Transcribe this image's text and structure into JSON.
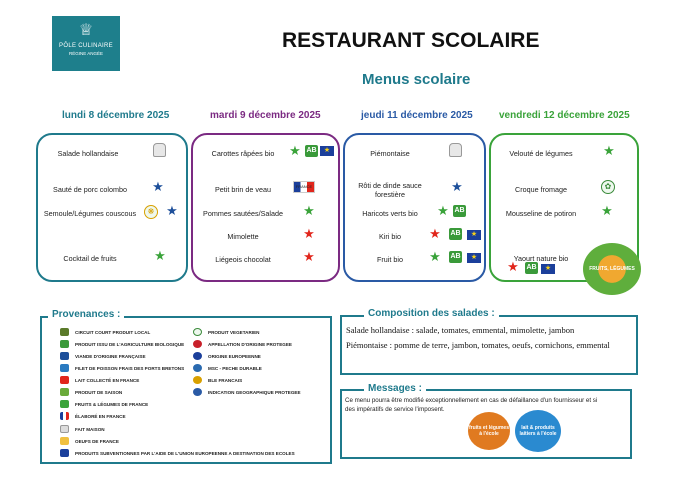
{
  "logo": {
    "name": "PÔLE CULINAIRE",
    "sub": "RÉGINE ANGÉE",
    "crown": "♕"
  },
  "header": {
    "title": "RESTAURANT SCOLAIRE",
    "subtitle": "Menus scolaire"
  },
  "colors": {
    "teal": "#1f7a8c",
    "purple": "#7b2a82",
    "blue": "#2a5aa5",
    "green": "#3aa33a"
  },
  "days": [
    {
      "label": "lundi 8 décembre 2025",
      "items": [
        "Salade hollandaise",
        "Sauté de porc colombo",
        "Semoule/Légumes couscous",
        "Cocktail de fruits"
      ]
    },
    {
      "label": "mardi 9 décembre 2025",
      "items": [
        "Carottes râpées bio",
        "Petit brin de veau",
        "Pommes sautées/Salade",
        "Mimolette",
        "Liégeois chocolat"
      ]
    },
    {
      "label": "jeudi 11 décembre 2025",
      "items": [
        "Piémontaise",
        "Rôti de dinde sauce forestière",
        "Haricots verts bio",
        "Kiri bio",
        "Fruit bio"
      ]
    },
    {
      "label": "vendredi 12 décembre 2025",
      "items": [
        "Velouté de légumes",
        "Croque fromage",
        "Mousseline de potiron",
        "Yaourt nature bio"
      ]
    }
  ],
  "icons": {
    "ab": "AB",
    "eu": "★",
    "star": "★",
    "france": "FRANCE",
    "veg": "✿",
    "fv": "FRUITS & LÉGUMES"
  },
  "badges": {
    "veg_week": "FRUITS, LÉGUMES",
    "fruits": "fruits et légumes à l'école",
    "lait": "lait & produits laitiers à l'école"
  },
  "provenances": {
    "title": "Provenances :",
    "left": [
      "CIRCUIT COURT PRODUIT LOCAL",
      "PRODUIT ISSU DE L'AGRICULTURE BIOLOGIQUE",
      "VIANDE D'ORIGINE FRANÇAISE",
      "FILET DE POISSON FRAIS DES PORTS BRETONS",
      "LAIT COLLECTÉ EN FRANCE",
      "PRODUIT DE SAISON",
      "FRUITS & LÉGUMES DE FRANCE",
      "ÉLABORÉ EN FRANCE",
      "FAIT MAISON",
      "OEUFS DE FRANCE",
      "PRODUITS SUBVENTIONNES PAR L'AIDE DE L'UNION EUROPEENNE A DESTINATION DES ECOLES"
    ],
    "right": [
      "PRODUIT VEGETARIEN",
      "APPELLATION D'ORIGINE PROTEGEE",
      "ORIGINE EUROPEENNE",
      "MSC - PECHE DURABLE",
      "BLE FRANCAIS",
      "INDICATION GEOGRAPHIQUE PROTEGEE"
    ]
  },
  "salads": {
    "title": "Composition des salades :",
    "lines": [
      "Salade hollandaise : salade, tomates, emmental, mimolette, jambon",
      "Piémontaise : pomme de terre, jambon, tomates, oeufs, cornichons, emmental"
    ]
  },
  "messages": {
    "title": "Messages :",
    "text": "Ce menu pourra être modifié exceptionnellement en cas de défaillance d'un fournisseur et si des impératifs de service l'imposent."
  }
}
